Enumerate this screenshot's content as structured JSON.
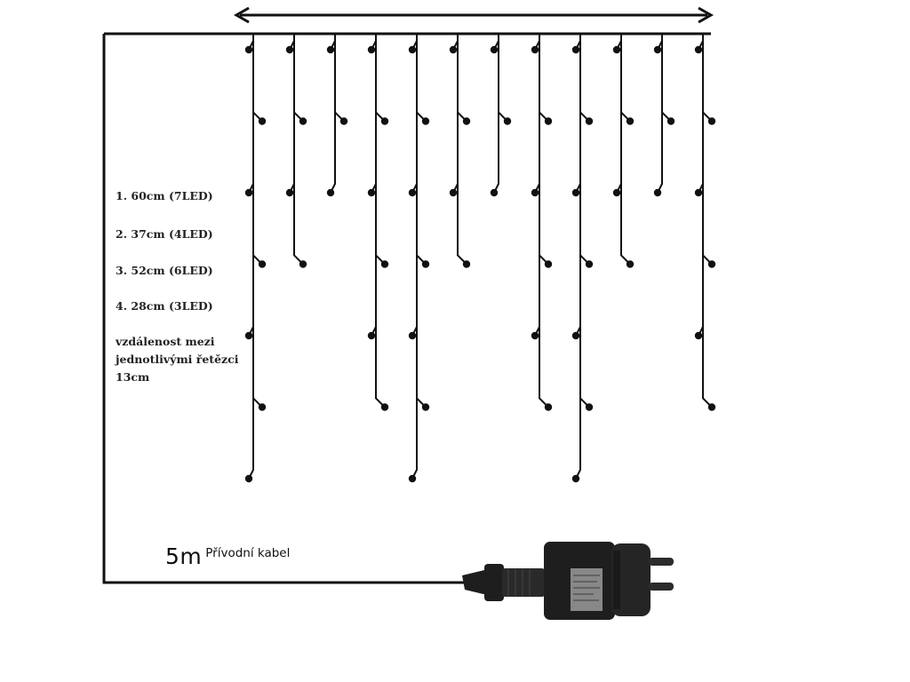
{
  "specs": [
    {
      "label": "1. 60cm (7LED)"
    },
    {
      "label": "2. 37cm (4LED)"
    },
    {
      "label": "3. 52cm (6LED)"
    },
    {
      "label": "4. 28cm (3LED)"
    }
  ],
  "spacing_note": {
    "line1": "vzdálenost mezi",
    "line2": "jednotlivými řetězci",
    "line3": "13cm"
  },
  "cable": {
    "length": "5m",
    "label": "Přívodní kabel"
  },
  "strand_pattern": [
    1,
    2,
    4,
    3,
    1,
    2,
    4,
    3,
    1,
    2,
    4,
    3
  ],
  "strand_leds": [
    7,
    4,
    6,
    3
  ],
  "colors": {
    "wire": "#111111",
    "led": "#111111",
    "plug_body": "#1e1e1e",
    "plug_label": "#888888"
  }
}
